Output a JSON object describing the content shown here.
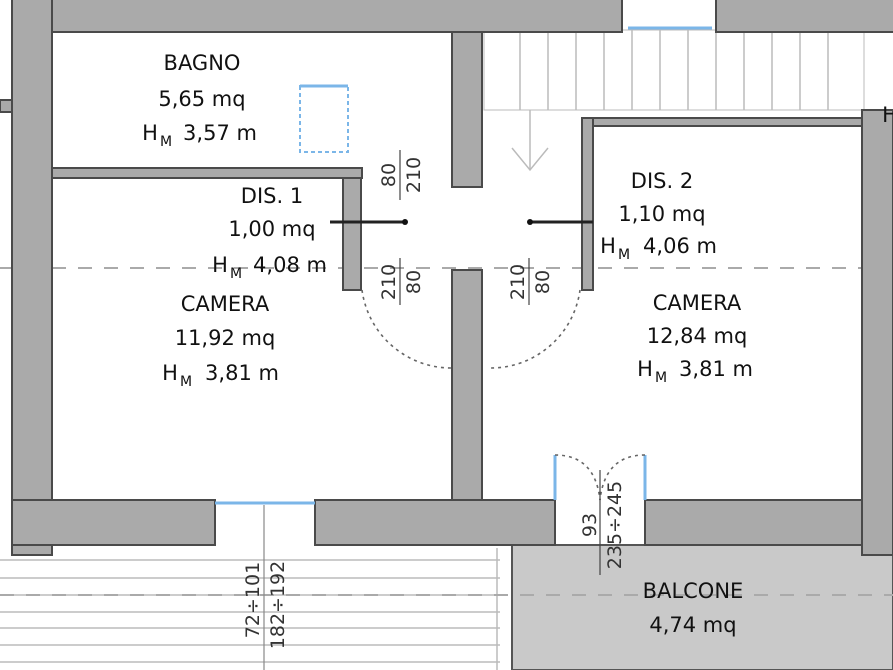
{
  "rooms": {
    "bagno": {
      "name": "BAGNO",
      "area": "5,65 mq",
      "h_prefix": "H",
      "h_sub": "M",
      "h_value": "3,57 m"
    },
    "dis1": {
      "name": "DIS. 1",
      "area": "1,00 mq",
      "h_prefix": "H",
      "h_sub": "M",
      "h_value": "4,08 m"
    },
    "camera1": {
      "name": "CAMERA",
      "area": "11,92 mq",
      "h_prefix": "H",
      "h_sub": "M",
      "h_value": "3,81 m"
    },
    "dis2": {
      "name": "DIS. 2",
      "area": "1,10 mq",
      "h_prefix": "H",
      "h_sub": "M",
      "h_value": "4,06 m"
    },
    "camera2": {
      "name": "CAMERA",
      "area": "12,84 mq",
      "h_prefix": "H",
      "h_sub": "M",
      "h_value": "3,81 m"
    },
    "balcone": {
      "name": "BALCONE",
      "area": "4,74 mq"
    }
  },
  "doors": {
    "bagno_door": {
      "width": "80",
      "height": "210"
    },
    "camera1_door": {
      "height": "210",
      "width": "80"
    },
    "camera2_door": {
      "height": "210",
      "width": "80"
    },
    "balcone_door": {
      "width": "93",
      "height": "235÷245"
    },
    "camera1_window": {
      "width": "72÷101",
      "height": "182÷192"
    }
  },
  "edge_label": "H",
  "colors": {
    "wall": "#aaaaaa",
    "balcony": "#c9c9c9",
    "window": "#7bb6e8"
  }
}
